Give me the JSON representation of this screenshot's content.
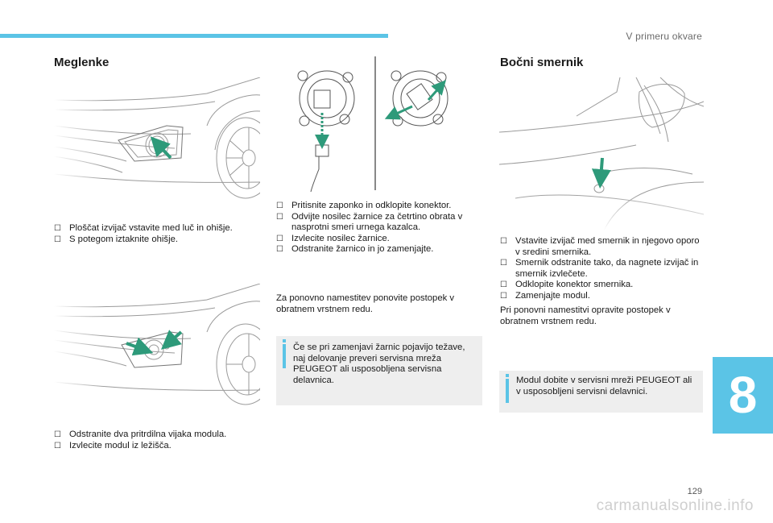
{
  "header": {
    "chapter_title": "V primeru okvare",
    "chapter_number": "8"
  },
  "left_section": {
    "title": "Meglenke",
    "steps_a": [
      "Ploščat izvijač vstavite med luč in ohišje.",
      "S potegom iztaknite ohišje."
    ],
    "steps_b": [
      "Odstranite dva pritrdilna vijaka modula.",
      "Izvlecite modul iz ležišča."
    ]
  },
  "middle_section": {
    "steps": [
      "Pritisnite zaponko in odklopite konektor.",
      "Odvijte nosilec žarnice za četrtino obrata v nasprotni smeri urnega kazalca.",
      "Izvlecite nosilec žarnice.",
      "Odstranite žarnico in jo zamenjajte."
    ],
    "paragraph": "Za ponovno namestitev ponovite postopek v obratnem vrstnem redu.",
    "info": "Če se pri zamenjavi žarnic pojavijo težave, naj delovanje preveri servisna mreža PEUGEOT ali usposobljena servisna delavnica."
  },
  "right_section": {
    "title": "Bočni smernik",
    "steps": [
      "Vstavite izvijač med smernik in njegovo oporo v sredini smernika.",
      "Smernik odstranite tako, da nagnete izvijač in smernik izvlečete.",
      "Odklopite konektor smernika.",
      "Zamenjajte modul."
    ],
    "paragraph": "Pri ponovni namestitvi opravite postopek v obratnem vrstnem redu.",
    "info": "Modul dobite v servisni mreži PEUGEOT ali v usposobljeni servisni delavnici."
  },
  "footer": {
    "page_number": "129",
    "watermark": "carmanualsonline.info"
  },
  "colors": {
    "accent": "#5bc4e6",
    "arrow": "#2e9a7a",
    "info_bg": "#eeeeee"
  },
  "icons": {
    "bullet": "checkbox-bullet-icon",
    "info": "info-icon"
  }
}
